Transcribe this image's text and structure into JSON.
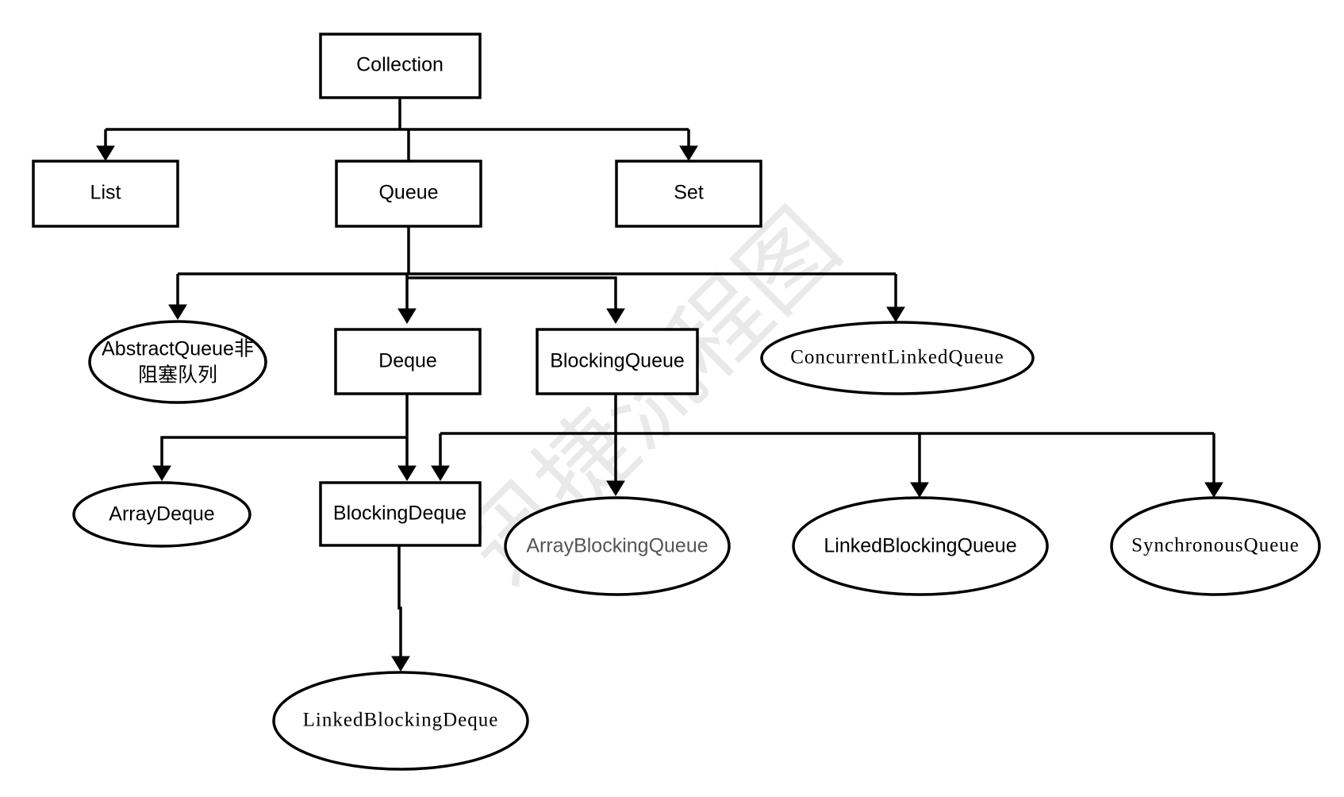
{
  "watermark": {
    "text": "迅捷流程图"
  },
  "nodes": {
    "collection": {
      "label": "Collection",
      "shape": "rect"
    },
    "list": {
      "label": "List",
      "shape": "rect"
    },
    "queue": {
      "label": "Queue",
      "shape": "rect"
    },
    "set": {
      "label": "Set",
      "shape": "rect"
    },
    "abstract_queue": {
      "label_line1": "AbstractQueue非",
      "label_line2": "阻塞队列",
      "shape": "ellipse"
    },
    "deque": {
      "label": "Deque",
      "shape": "rect"
    },
    "blocking_queue": {
      "label": "BlockingQueue",
      "shape": "rect"
    },
    "concurrent_linked_queue": {
      "label": "ConcurrentLinkedQueue",
      "shape": "ellipse"
    },
    "array_deque": {
      "label": "ArrayDeque",
      "shape": "ellipse"
    },
    "blocking_deque": {
      "label": "BlockingDeque",
      "shape": "rect"
    },
    "array_blocking_queue": {
      "label": "ArrayBlockingQueue",
      "shape": "ellipse"
    },
    "linked_blocking_queue": {
      "label": "LinkedBlockingQueue",
      "shape": "ellipse"
    },
    "synchronous_queue": {
      "label": "SynchronousQueue",
      "shape": "ellipse"
    },
    "linked_blocking_deque": {
      "label": "LinkedBlockingDeque",
      "shape": "ellipse"
    }
  },
  "edges": [
    {
      "from": "Collection",
      "to": "List"
    },
    {
      "from": "Collection",
      "to": "Queue"
    },
    {
      "from": "Collection",
      "to": "Set"
    },
    {
      "from": "Queue",
      "to": "AbstractQueue非阻塞队列"
    },
    {
      "from": "Queue",
      "to": "Deque"
    },
    {
      "from": "Queue",
      "to": "BlockingQueue"
    },
    {
      "from": "Queue",
      "to": "ConcurrentLinkedQueue"
    },
    {
      "from": "Deque",
      "to": "ArrayDeque"
    },
    {
      "from": "Deque",
      "to": "BlockingDeque"
    },
    {
      "from": "BlockingQueue",
      "to": "BlockingDeque"
    },
    {
      "from": "BlockingQueue",
      "to": "ArrayBlockingQueue"
    },
    {
      "from": "BlockingQueue",
      "to": "LinkedBlockingQueue"
    },
    {
      "from": "BlockingQueue",
      "to": "SynchronousQueue"
    },
    {
      "from": "BlockingDeque",
      "to": "LinkedBlockingDeque"
    }
  ],
  "colors": {
    "stroke": "#000000",
    "fill": "#ffffff",
    "watermark": "#e9e9e9"
  }
}
